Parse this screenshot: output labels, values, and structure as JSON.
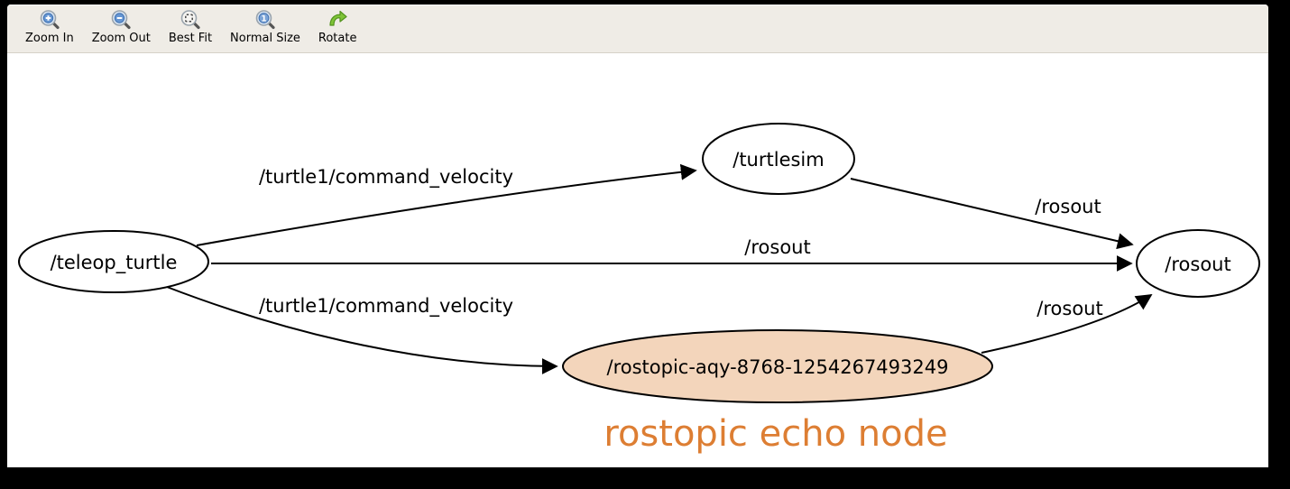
{
  "toolbar": {
    "buttons": [
      {
        "label": "Zoom In",
        "icon": "zoom-in-icon"
      },
      {
        "label": "Zoom Out",
        "icon": "zoom-out-icon"
      },
      {
        "label": "Best Fit",
        "icon": "best-fit-icon"
      },
      {
        "label": "Normal Size",
        "icon": "normal-size-icon"
      },
      {
        "label": "Rotate",
        "icon": "rotate-icon"
      }
    ]
  },
  "graph": {
    "nodes": [
      {
        "id": "teleop_turtle",
        "label": "/teleop_turtle",
        "fill": "#ffffff"
      },
      {
        "id": "turtlesim",
        "label": "/turtlesim",
        "fill": "#ffffff"
      },
      {
        "id": "rostopic",
        "label": "/rostopic-aqy-8768-1254267493249",
        "fill": "#f3d5bb"
      },
      {
        "id": "rosout",
        "label": "/rosout",
        "fill": "#ffffff"
      }
    ],
    "edges": [
      {
        "from": "teleop_turtle",
        "to": "turtlesim",
        "label": "/turtle1/command_velocity"
      },
      {
        "from": "teleop_turtle",
        "to": "rosout",
        "label": "/rosout"
      },
      {
        "from": "teleop_turtle",
        "to": "rostopic",
        "label": "/turtle1/command_velocity"
      },
      {
        "from": "turtlesim",
        "to": "rosout",
        "label": "/rosout"
      },
      {
        "from": "rostopic",
        "to": "rosout",
        "label": "/rosout"
      }
    ],
    "annotation": {
      "text": "rostopic echo node",
      "color": "#dd7e33"
    }
  },
  "colors": {
    "highlight_node_fill": "#f3d5bb",
    "annotation_orange": "#dd7e33",
    "toolbar_bg": "#efece6",
    "edge_stroke": "#000000"
  }
}
